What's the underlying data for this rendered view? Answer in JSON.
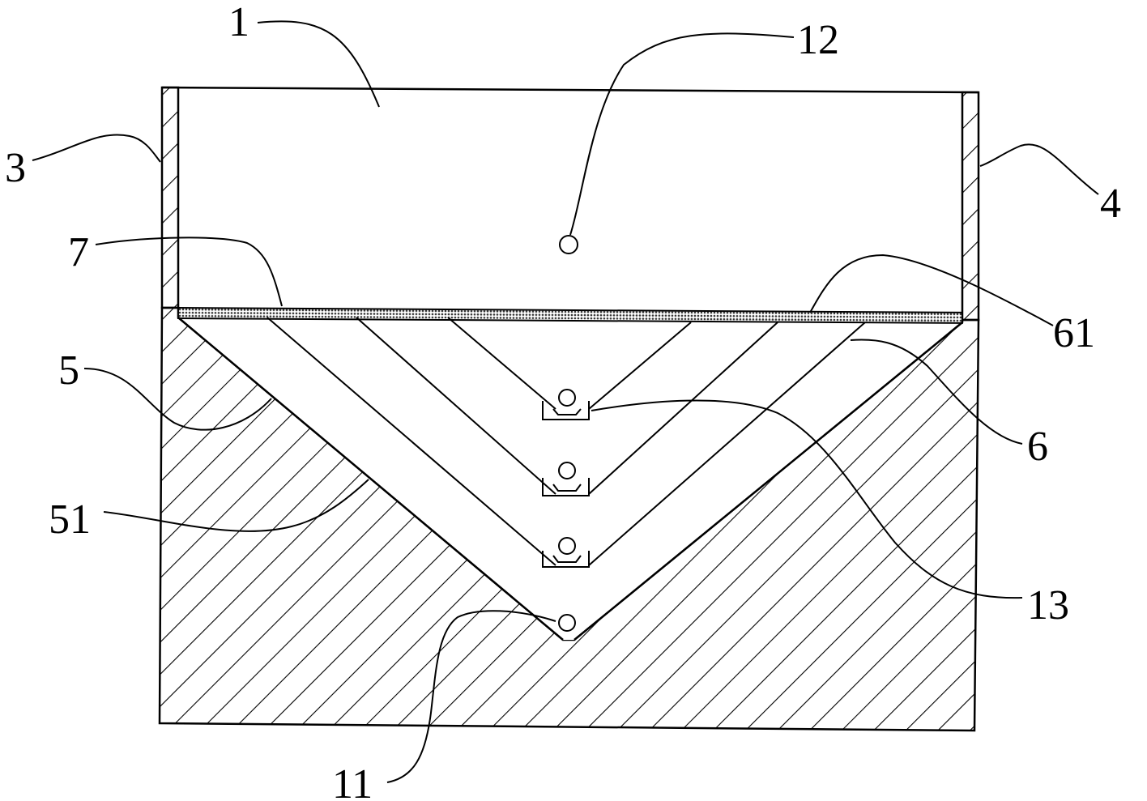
{
  "figure": {
    "labels": {
      "l1": "1",
      "l3": "3",
      "l4": "4",
      "l5": "5",
      "l51": "51",
      "l6": "6",
      "l61": "61",
      "l7": "7",
      "l11": "11",
      "l12": "12",
      "l13": "13"
    },
    "colors": {
      "ink": "#000000",
      "background": "#ffffff",
      "filter_layer": "#555555"
    }
  }
}
